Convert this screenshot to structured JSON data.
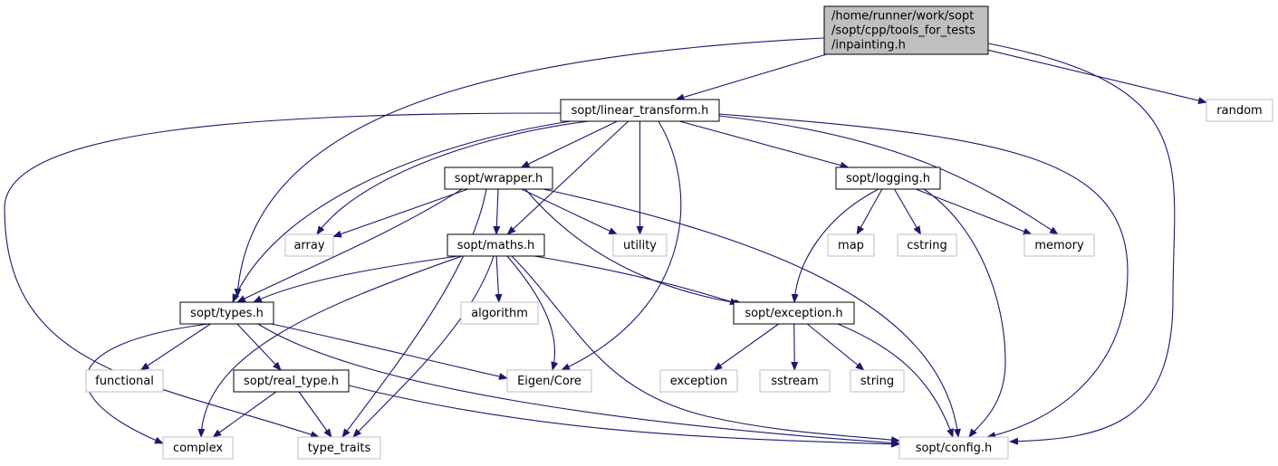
{
  "colors": {
    "edge": "#191970",
    "root_fill": "#bfbfbf",
    "local_border": "#000000",
    "system_border": "#bfbfbf",
    "background": "#ffffff"
  },
  "nodes": [
    {
      "id": "inpainting",
      "kind": "root",
      "lines": [
        "/home/runner/work/sopt",
        "/sopt/cpp/tools_for_tests",
        "/inpainting.h"
      ]
    },
    {
      "id": "linear_transform",
      "kind": "local",
      "lines": [
        "sopt/linear_transform.h"
      ]
    },
    {
      "id": "random",
      "kind": "system",
      "lines": [
        "random"
      ]
    },
    {
      "id": "wrapper",
      "kind": "local",
      "lines": [
        "sopt/wrapper.h"
      ]
    },
    {
      "id": "logging",
      "kind": "local",
      "lines": [
        "sopt/logging.h"
      ]
    },
    {
      "id": "array",
      "kind": "system",
      "lines": [
        "array"
      ]
    },
    {
      "id": "utility",
      "kind": "system",
      "lines": [
        "utility"
      ]
    },
    {
      "id": "maths",
      "kind": "local",
      "lines": [
        "sopt/maths.h"
      ]
    },
    {
      "id": "map",
      "kind": "system",
      "lines": [
        "map"
      ]
    },
    {
      "id": "cstring",
      "kind": "system",
      "lines": [
        "cstring"
      ]
    },
    {
      "id": "memory",
      "kind": "system",
      "lines": [
        "memory"
      ]
    },
    {
      "id": "types",
      "kind": "local",
      "lines": [
        "sopt/types.h"
      ]
    },
    {
      "id": "algorithm",
      "kind": "system",
      "lines": [
        "algorithm"
      ]
    },
    {
      "id": "exception_h",
      "kind": "local",
      "lines": [
        "sopt/exception.h"
      ]
    },
    {
      "id": "functional",
      "kind": "system",
      "lines": [
        "functional"
      ]
    },
    {
      "id": "real_type",
      "kind": "local",
      "lines": [
        "sopt/real_type.h"
      ]
    },
    {
      "id": "eigen_core",
      "kind": "system",
      "lines": [
        "Eigen/Core"
      ]
    },
    {
      "id": "exception",
      "kind": "system",
      "lines": [
        "exception"
      ]
    },
    {
      "id": "sstream",
      "kind": "system",
      "lines": [
        "sstream"
      ]
    },
    {
      "id": "string",
      "kind": "system",
      "lines": [
        "string"
      ]
    },
    {
      "id": "complex",
      "kind": "system",
      "lines": [
        "complex"
      ]
    },
    {
      "id": "type_traits",
      "kind": "system",
      "lines": [
        "type_traits"
      ]
    },
    {
      "id": "config",
      "kind": "system",
      "lines": [
        "sopt/config.h"
      ]
    }
  ],
  "edges": [
    [
      "inpainting",
      "linear_transform"
    ],
    [
      "inpainting",
      "random"
    ],
    [
      "inpainting",
      "types"
    ],
    [
      "inpainting",
      "config"
    ],
    [
      "linear_transform",
      "wrapper"
    ],
    [
      "linear_transform",
      "logging"
    ],
    [
      "linear_transform",
      "array"
    ],
    [
      "linear_transform",
      "utility"
    ],
    [
      "linear_transform",
      "maths"
    ],
    [
      "linear_transform",
      "memory"
    ],
    [
      "linear_transform",
      "types"
    ],
    [
      "linear_transform",
      "eigen_core"
    ],
    [
      "linear_transform",
      "type_traits"
    ],
    [
      "linear_transform",
      "config"
    ],
    [
      "wrapper",
      "array"
    ],
    [
      "wrapper",
      "utility"
    ],
    [
      "wrapper",
      "maths"
    ],
    [
      "wrapper",
      "types"
    ],
    [
      "wrapper",
      "exception_h"
    ],
    [
      "wrapper",
      "type_traits"
    ],
    [
      "wrapper",
      "config"
    ],
    [
      "logging",
      "map"
    ],
    [
      "logging",
      "cstring"
    ],
    [
      "logging",
      "memory"
    ],
    [
      "logging",
      "exception_h"
    ],
    [
      "logging",
      "config"
    ],
    [
      "maths",
      "types"
    ],
    [
      "maths",
      "algorithm"
    ],
    [
      "maths",
      "exception_h"
    ],
    [
      "maths",
      "eigen_core"
    ],
    [
      "maths",
      "complex"
    ],
    [
      "maths",
      "type_traits"
    ],
    [
      "maths",
      "config"
    ],
    [
      "types",
      "functional"
    ],
    [
      "types",
      "real_type"
    ],
    [
      "types",
      "eigen_core"
    ],
    [
      "types",
      "complex"
    ],
    [
      "types",
      "config"
    ],
    [
      "exception_h",
      "exception"
    ],
    [
      "exception_h",
      "sstream"
    ],
    [
      "exception_h",
      "string"
    ],
    [
      "exception_h",
      "config"
    ],
    [
      "real_type",
      "complex"
    ],
    [
      "real_type",
      "type_traits"
    ],
    [
      "real_type",
      "config"
    ]
  ]
}
